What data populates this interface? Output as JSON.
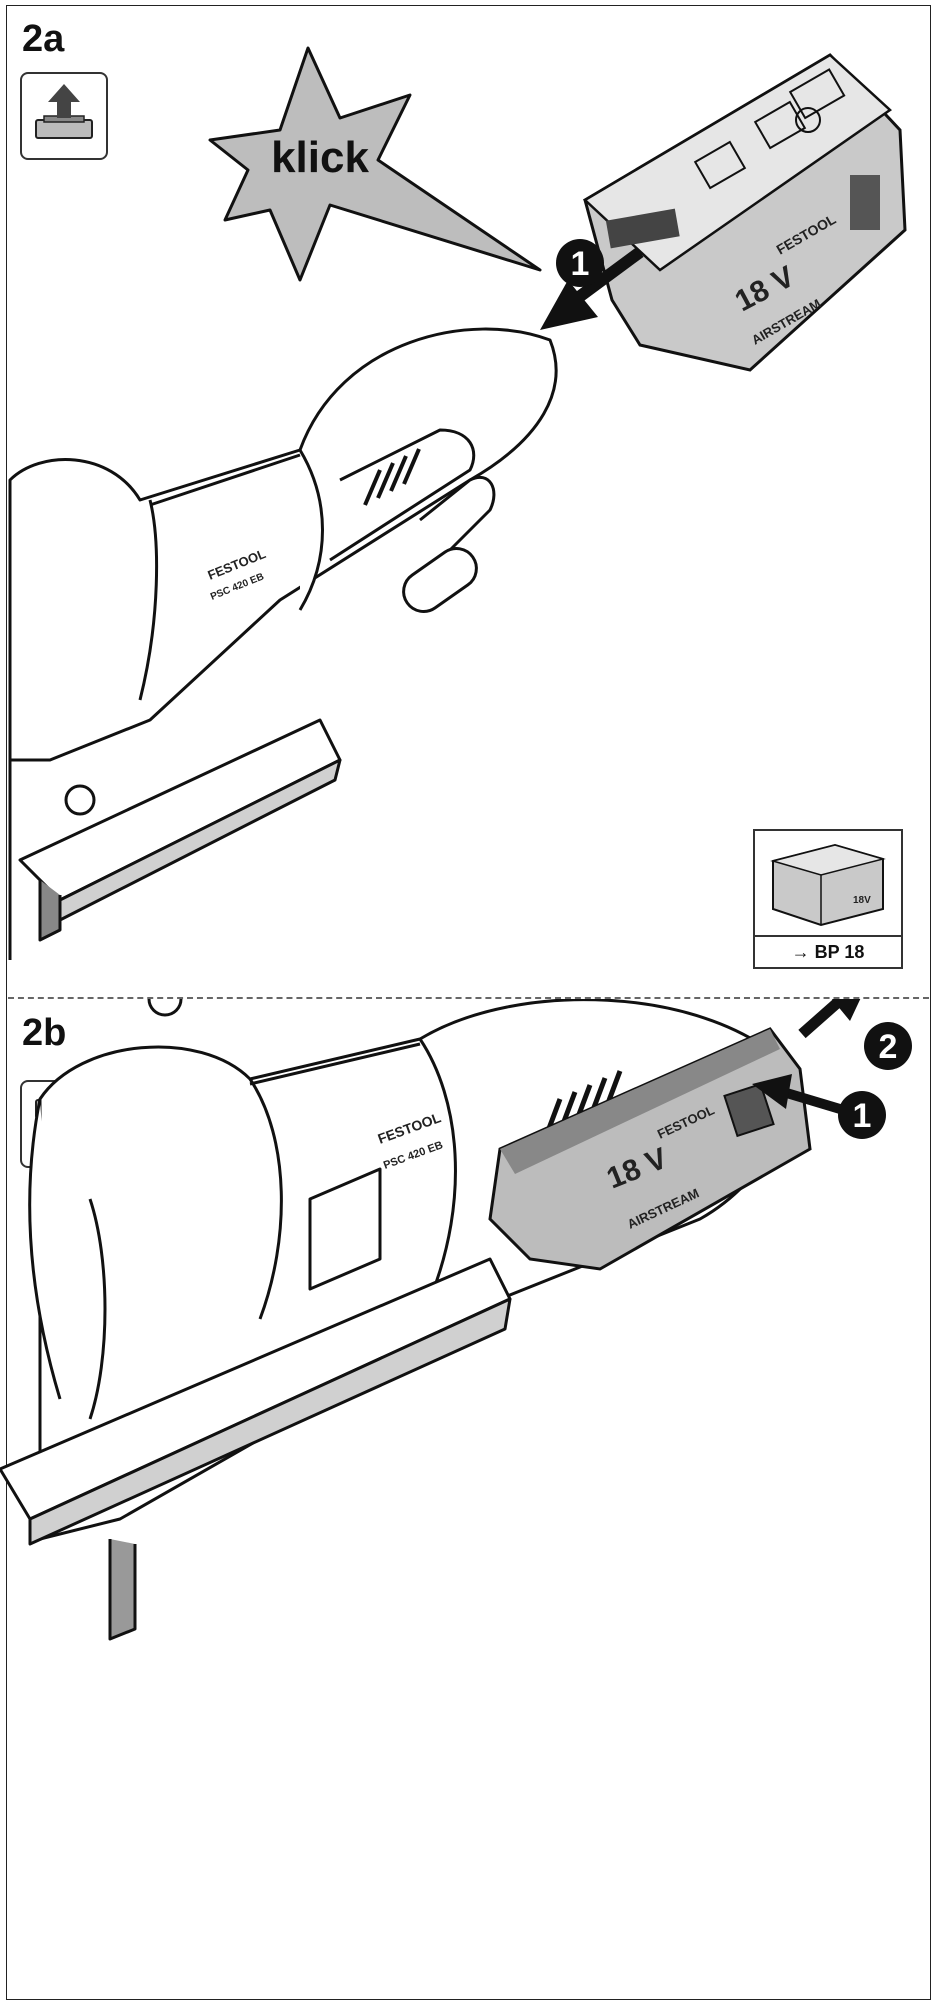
{
  "section_a": {
    "label": "2a",
    "step_icon": "battery-insert-up-icon",
    "sound_text": "klick",
    "callout": "1",
    "battery_brand": "FESTOOL",
    "battery_voltage": "18 V",
    "battery_line": "AIRSTREAM",
    "tool_brand": "FESTOOL",
    "tool_model": "PSC 420 EB"
  },
  "inset": {
    "battery_voltage": "18V",
    "caption": "→ BP 18"
  },
  "section_b": {
    "label": "2b",
    "step_icon": "battery-remove-down-icon",
    "callout_press": "1",
    "callout_pull": "2",
    "battery_brand": "FESTOOL",
    "battery_voltage": "18 V",
    "battery_line": "AIRSTREAM",
    "tool_brand": "FESTOOL",
    "tool_model": "PSC 420 EB"
  },
  "colors": {
    "line": "#111111",
    "grey_fill": "#bcbcbc",
    "light_grey": "#d9d9d9",
    "dark": "#1a1a1a"
  }
}
